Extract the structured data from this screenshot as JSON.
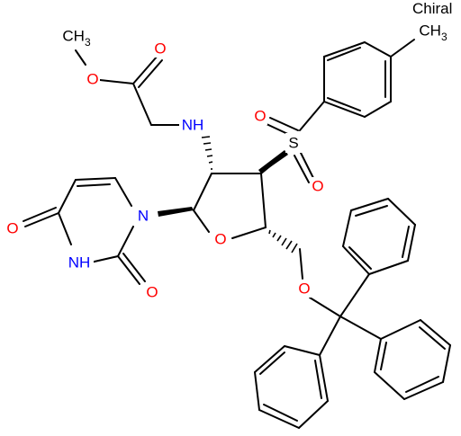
{
  "chiral_flag": "Chiral",
  "atoms": {
    "methyl_ester": "CH3",
    "ester_o": "O",
    "carbonyl_o": "O",
    "nh": "NH",
    "sulfonyl_s": "S",
    "sulfonyl_o_top": "O",
    "sulfonyl_o_bottom": "O",
    "tolyl_methyl": "CH3",
    "uracil_n1": "N",
    "uracil_o4": "O",
    "uracil_n3h": "NH",
    "uracil_o2": "O",
    "ring_o": "O",
    "trityl_o": "O"
  },
  "colors": {
    "oxygen": "#ff0000",
    "nitrogen": "#0000ff",
    "bond": "#000000"
  }
}
